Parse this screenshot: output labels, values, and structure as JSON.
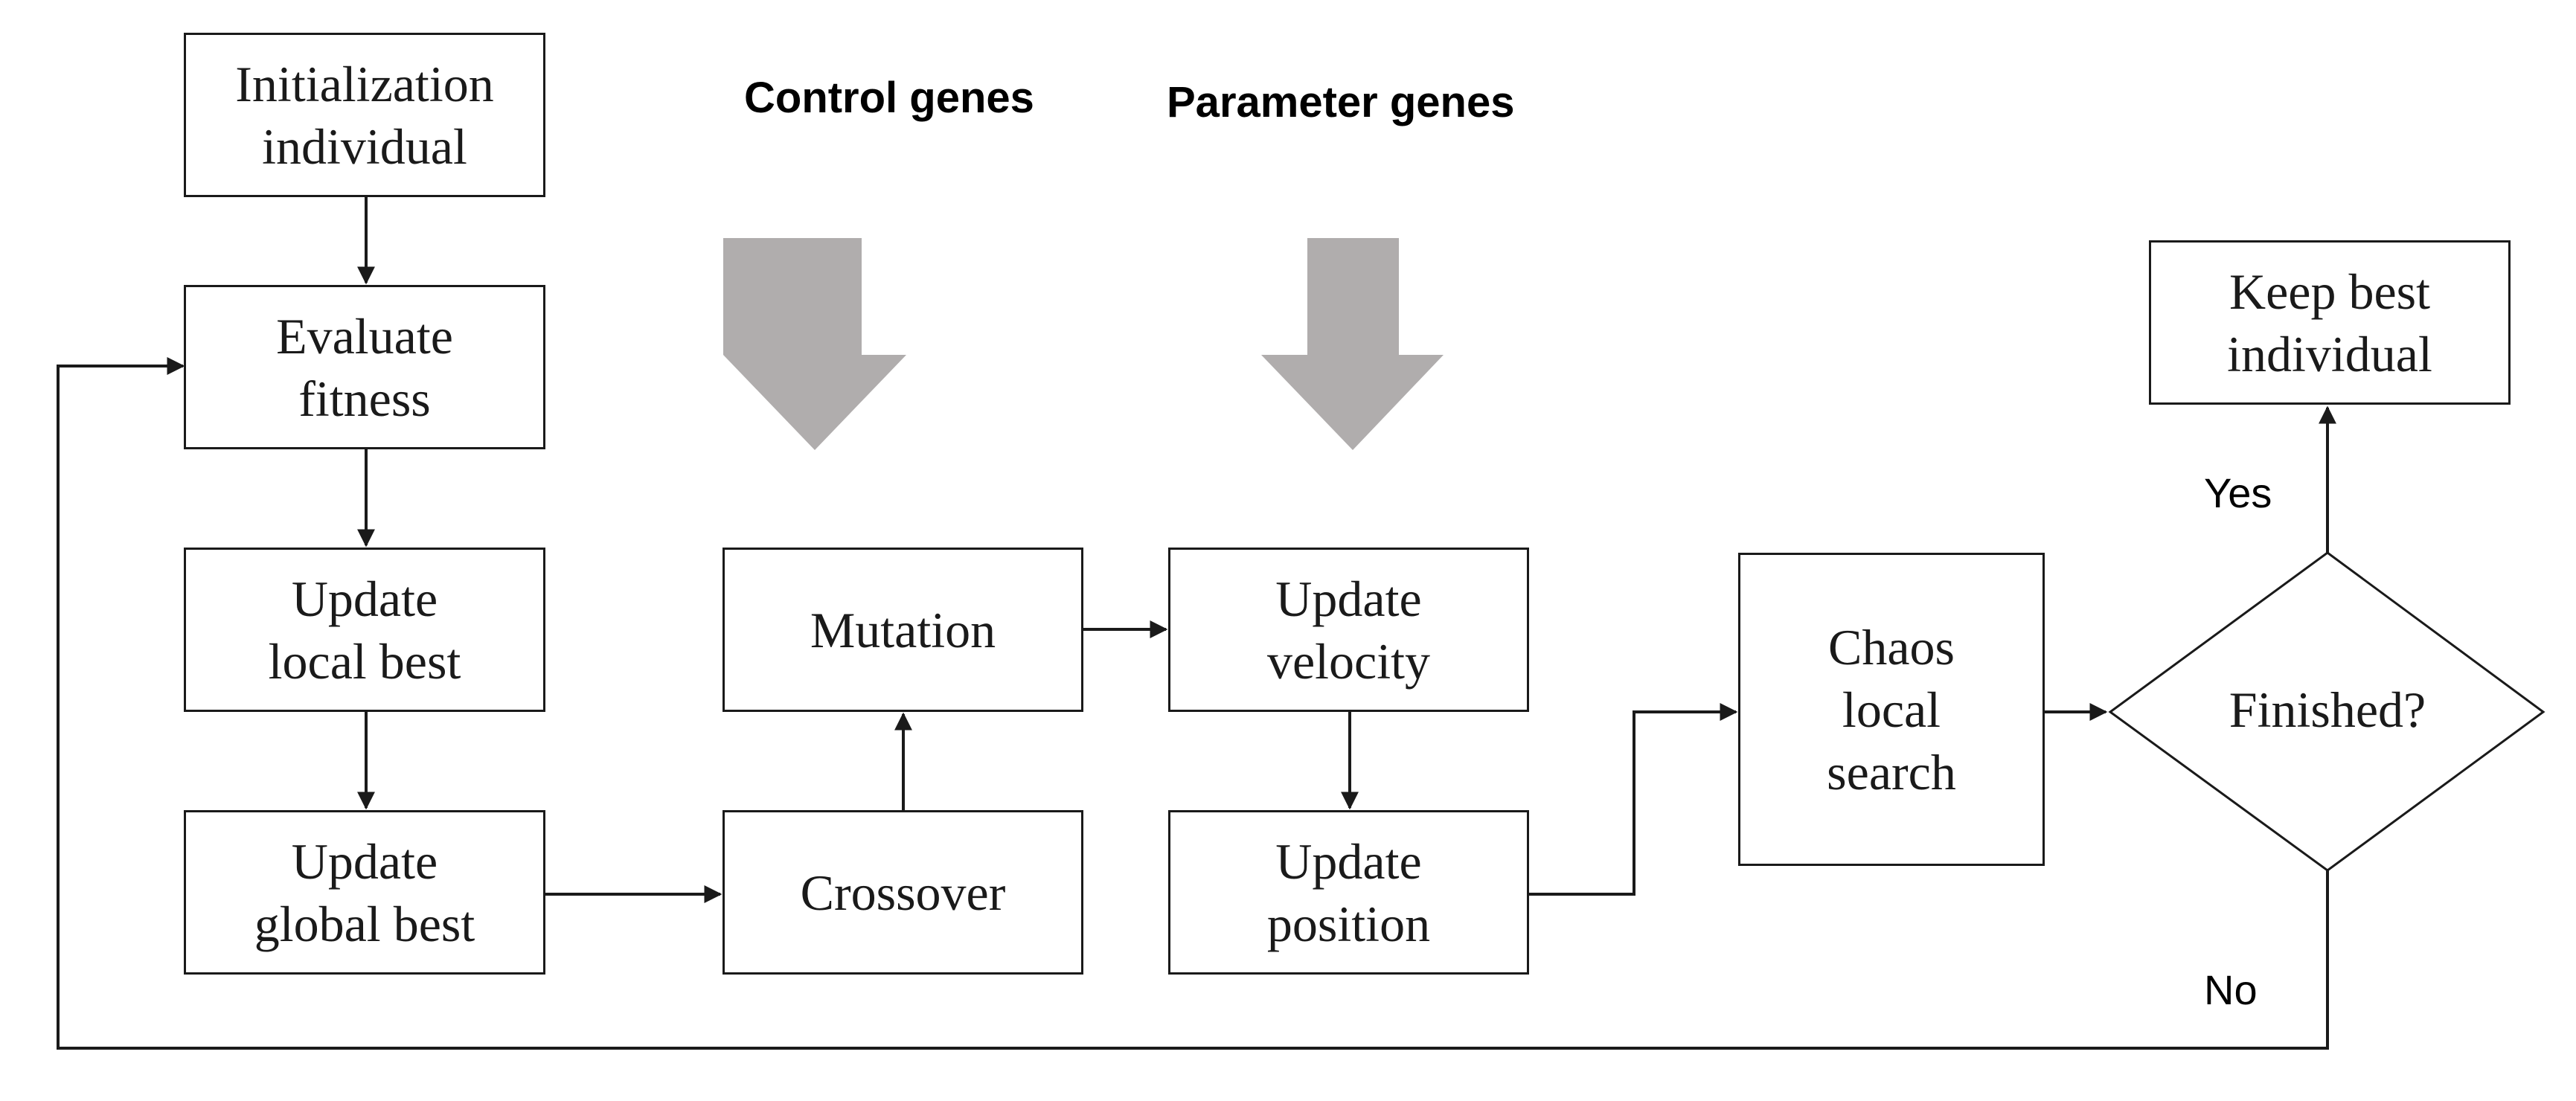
{
  "nodes": {
    "init": {
      "lines": [
        "Initialization",
        "individual"
      ]
    },
    "evaluate": {
      "lines": [
        "Evaluate",
        "fitness"
      ]
    },
    "local_best": {
      "lines": [
        "Update",
        "local best"
      ]
    },
    "global_best": {
      "lines": [
        "Update",
        "global best"
      ]
    },
    "mutation": {
      "lines": [
        "Mutation"
      ]
    },
    "crossover": {
      "lines": [
        "Crossover"
      ]
    },
    "velocity": {
      "lines": [
        "Update",
        "velocity"
      ]
    },
    "position": {
      "lines": [
        "Update",
        "position"
      ]
    },
    "chaos": {
      "lines": [
        "Chaos",
        "local",
        "search"
      ]
    },
    "finished": {
      "label": "Finished?"
    },
    "keep_best": {
      "lines": [
        "Keep best",
        "individual"
      ]
    }
  },
  "headers": {
    "control": "Control genes",
    "parameter": "Parameter genes"
  },
  "edge_labels": {
    "yes": "Yes",
    "no": "No"
  },
  "colors": {
    "line": "#1a1a1a",
    "big_arrow": "#b0adad"
  }
}
